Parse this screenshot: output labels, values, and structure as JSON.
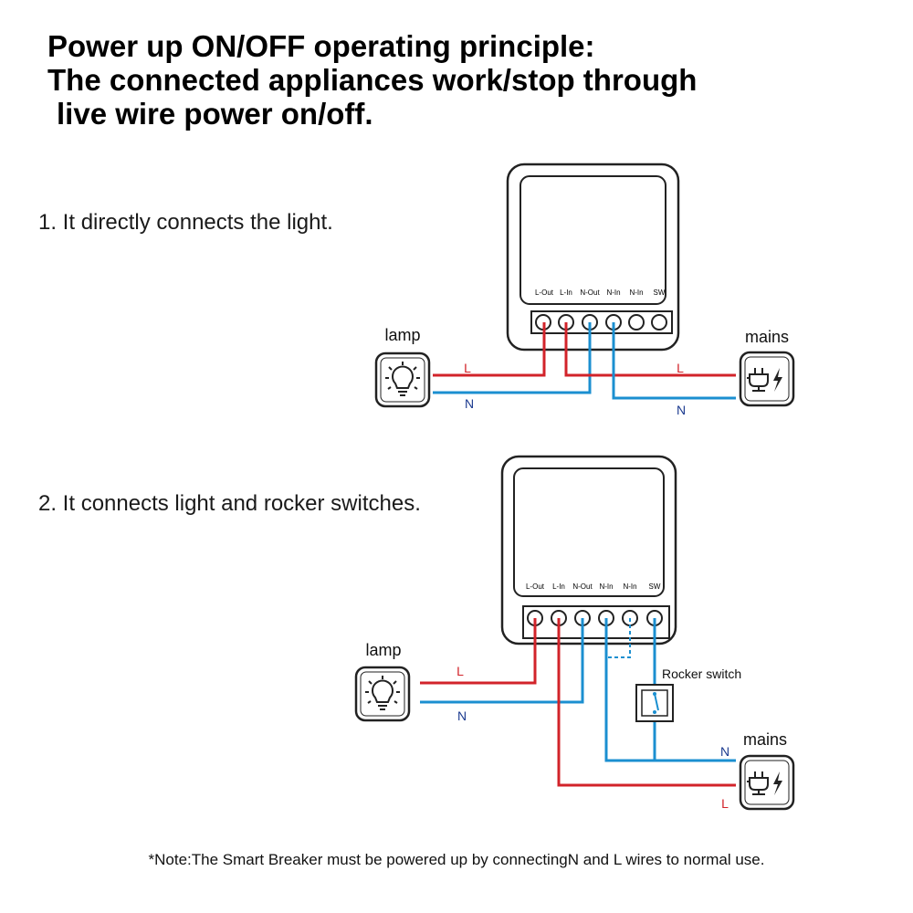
{
  "title": {
    "line1": "Power up ON/OFF operating principle:",
    "line2": "The connected appliances work/stop through",
    "line3": "live wire power on/off."
  },
  "step1": {
    "text": "1. It directly connects the light."
  },
  "step2": {
    "text": "2. It connects light and rocker switches."
  },
  "terminals": [
    "L-Out",
    "L-In",
    "N-Out",
    "N-In",
    "N-In",
    "SW"
  ],
  "labels": {
    "lamp": "lamp",
    "mains": "mains",
    "live": "L",
    "neutral": "N",
    "rocker": "Rocker switch"
  },
  "note": "*Note:The Smart Breaker must be powered up by connectingN and L wires to normal use.",
  "colors": {
    "live": "#d2232a",
    "neutral": "#1b8fd0",
    "label_live": "#d2232a",
    "label_neutral": "#1b3a8f"
  },
  "icons": {
    "lamp": "lightbulb-icon",
    "mains": "plug-icon"
  }
}
